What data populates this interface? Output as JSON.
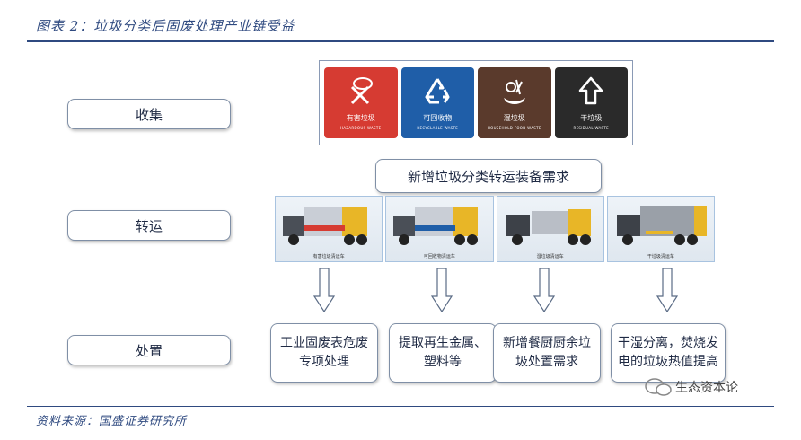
{
  "header": {
    "title": "图表 2：垃圾分类后固废处理产业链受益"
  },
  "stages": [
    {
      "label": "收集"
    },
    {
      "label": "转运"
    },
    {
      "label": "处置"
    }
  ],
  "bins": [
    {
      "cn": "有害垃圾",
      "en": "HAZARDOUS WASTE",
      "color": "#d63b32",
      "icon": "hazard-icon"
    },
    {
      "cn": "可回收物",
      "en": "RECYCLABLE WASTE",
      "color": "#1f5ea8",
      "icon": "recycle-icon"
    },
    {
      "cn": "湿垃圾",
      "en": "HOUSEHOLD FOOD WASTE",
      "color": "#5a3a2c",
      "icon": "food-waste-icon"
    },
    {
      "cn": "干垃圾",
      "en": "RESIDUAL WASTE",
      "color": "#2a2a2a",
      "icon": "residual-icon"
    }
  ],
  "demand": {
    "label": "新增垃圾分类转运装备需求"
  },
  "trucks": [
    {
      "label": "有害垃圾清运车",
      "accent": "#e8b627"
    },
    {
      "label": "可回收物清运车",
      "accent": "#e8b627"
    },
    {
      "label": "湿垃圾清运车",
      "accent": "#e8b627"
    },
    {
      "label": "干垃圾清运车",
      "accent": "#e8b627"
    }
  ],
  "disposal": [
    {
      "text": "工业固废表危废专项处理"
    },
    {
      "text": "提取再生金属、塑料等"
    },
    {
      "text": "新增餐厨厨余垃圾处置需求"
    },
    {
      "text": "干湿分离，焚烧发电的垃圾热值提高"
    }
  ],
  "watermark": {
    "text": "生态资本论"
  },
  "footer": {
    "source": "资料来源：国盛证券研究所"
  }
}
